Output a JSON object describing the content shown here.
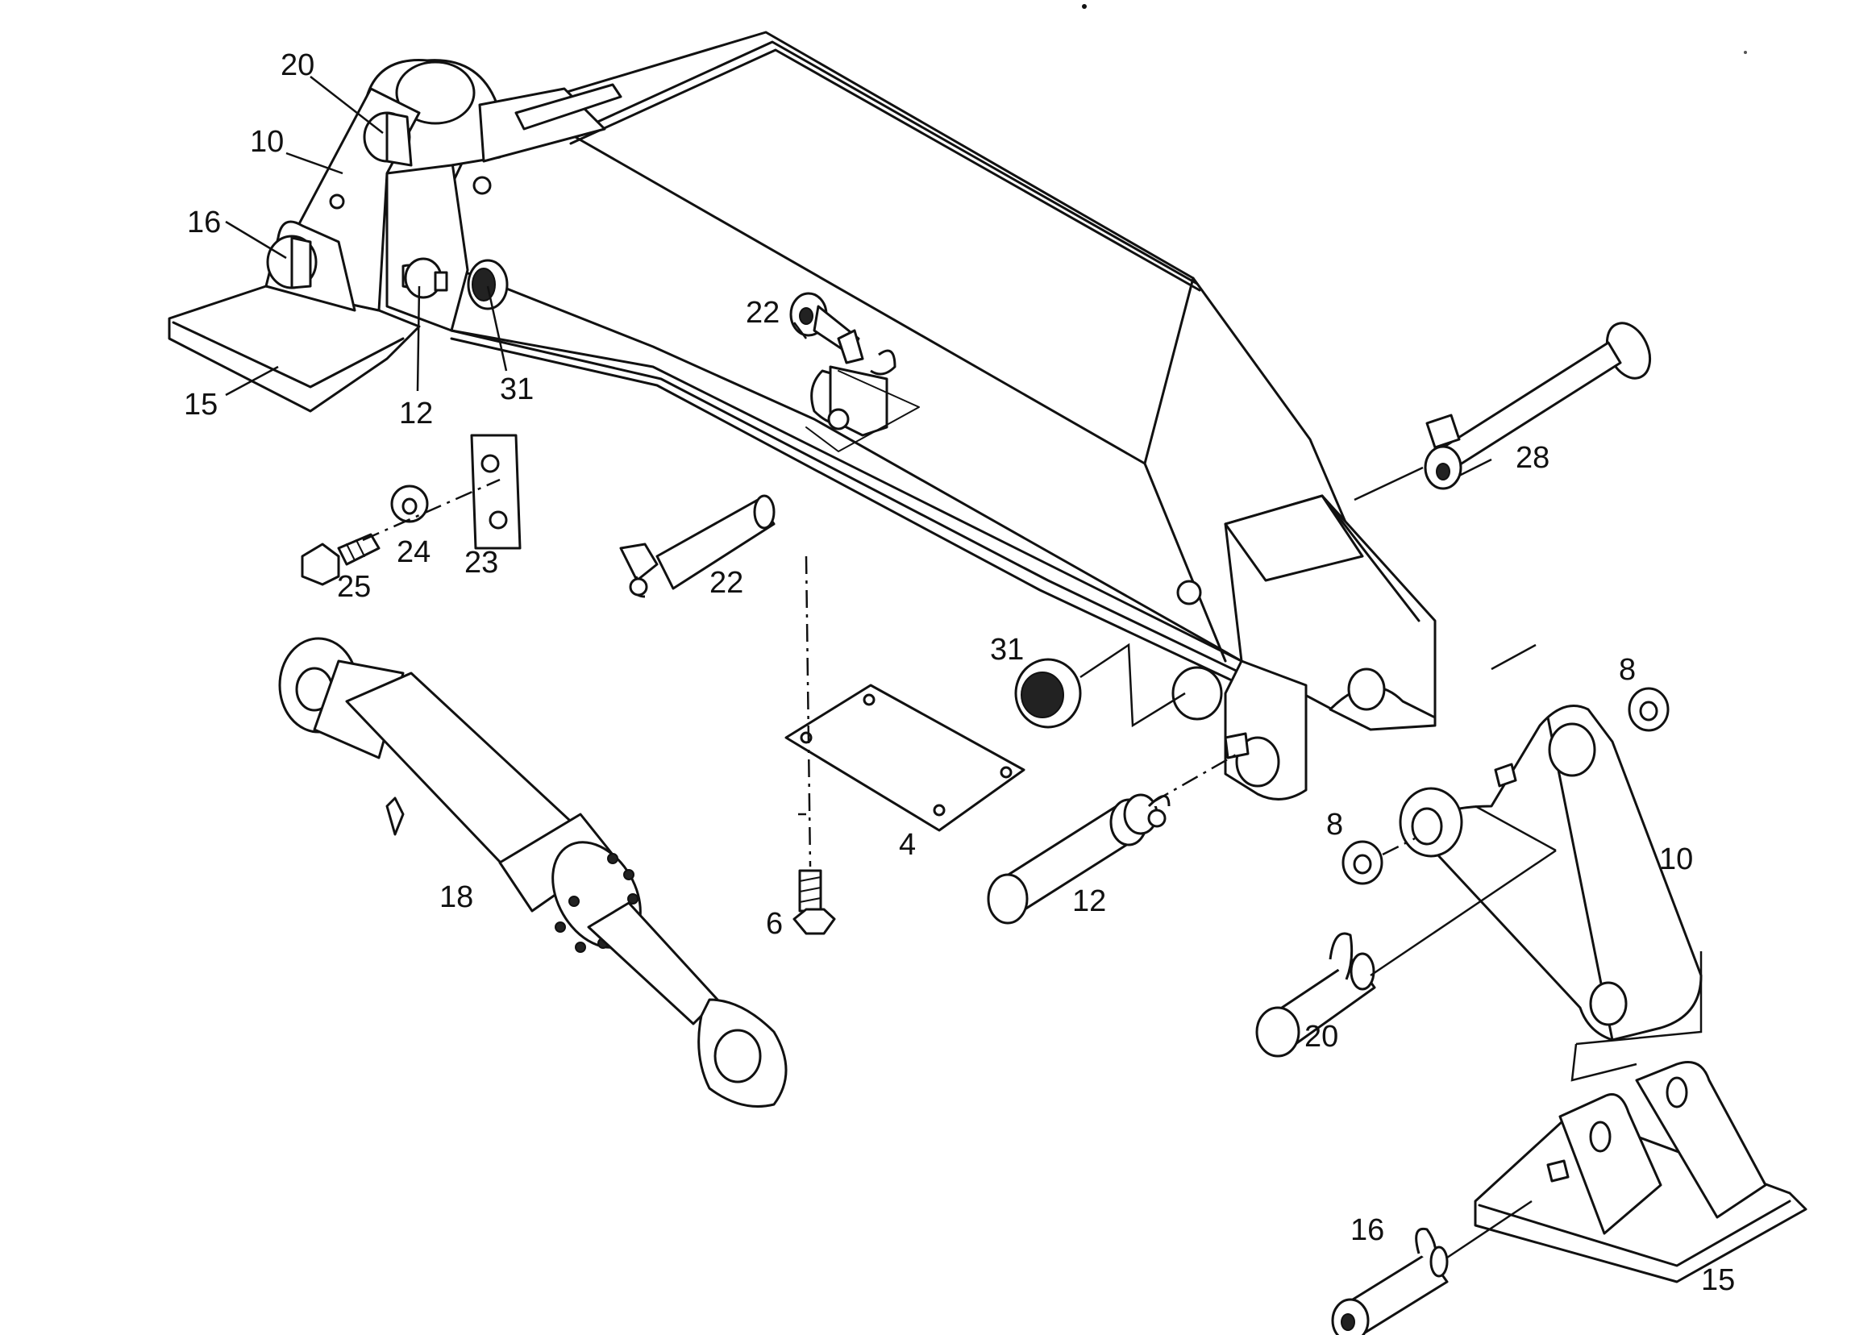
{
  "labels": [
    {
      "id": "l20a",
      "text": "20"
    },
    {
      "id": "l10a",
      "text": "10"
    },
    {
      "id": "l16a",
      "text": "16"
    },
    {
      "id": "l15a",
      "text": "15"
    },
    {
      "id": "l12a",
      "text": "12"
    },
    {
      "id": "l31a",
      "text": "31"
    },
    {
      "id": "l22a",
      "text": "22"
    },
    {
      "id": "l28",
      "text": "28"
    },
    {
      "id": "l24",
      "text": "24"
    },
    {
      "id": "l23",
      "text": "23"
    },
    {
      "id": "l25",
      "text": "25"
    },
    {
      "id": "l22b",
      "text": "22"
    },
    {
      "id": "l31b",
      "text": "31"
    },
    {
      "id": "l8a",
      "text": "8"
    },
    {
      "id": "l8b",
      "text": "8"
    },
    {
      "id": "l10b",
      "text": "10"
    },
    {
      "id": "l18",
      "text": "18"
    },
    {
      "id": "l4",
      "text": "4"
    },
    {
      "id": "l6",
      "text": "6"
    },
    {
      "id": "l12b",
      "text": "12"
    },
    {
      "id": "l20b",
      "text": "20"
    },
    {
      "id": "l16b",
      "text": "16"
    },
    {
      "id": "l15b",
      "text": "15"
    }
  ]
}
